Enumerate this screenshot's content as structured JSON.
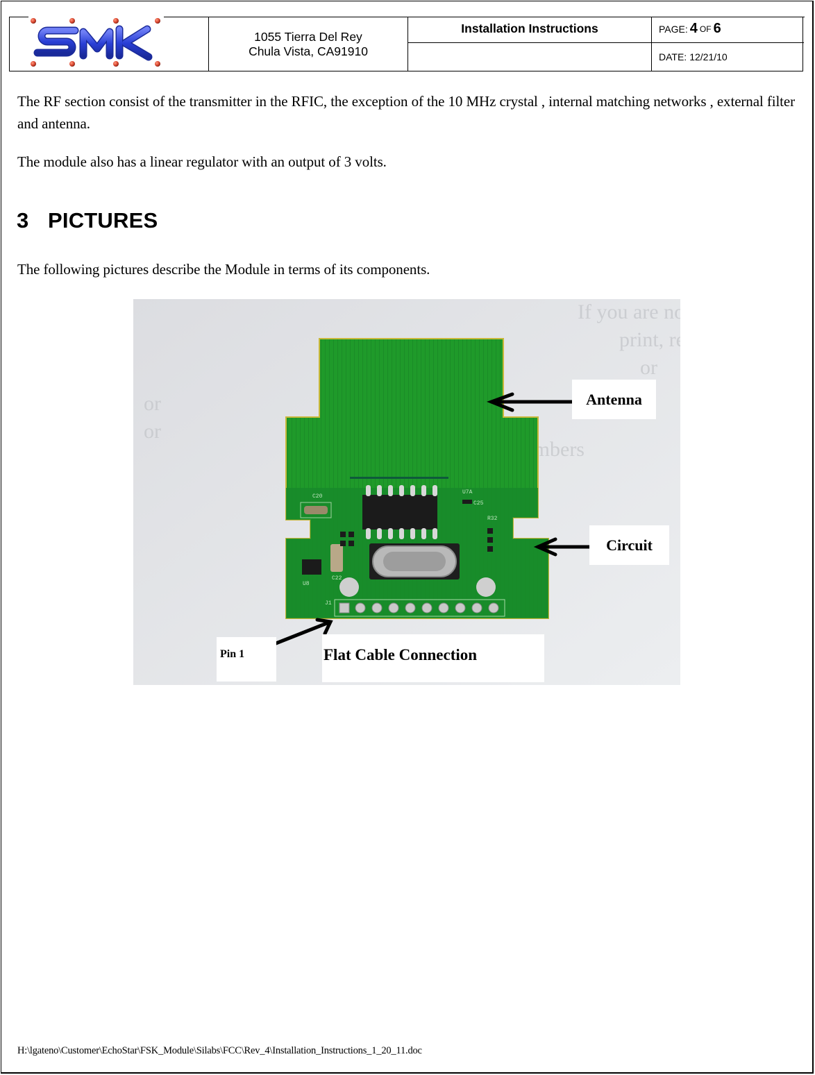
{
  "header": {
    "logo_text": "SMK",
    "address_line1": "1055 Tierra Del Rey",
    "address_line2": "Chula Vista, CA91910",
    "doc_title": "Installation Instructions",
    "page_label": "PAGE:",
    "page_current": "4",
    "page_of": "OF",
    "page_total": "6",
    "date_label": "DATE:",
    "date_value": "12/21/10",
    "colors": {
      "logo_blue": "#2a3fd6",
      "logo_dot_red": "#d9452e"
    }
  },
  "body": {
    "paragraph1": "The RF section  consist of the transmitter in the RFIC, the exception of the 10 MHz crystal , internal matching networks , external filter and antenna.",
    "paragraph2": "The module also has a linear regulator with an output of 3 volts.",
    "section_number": "3",
    "section_title": "PICTURES",
    "paragraph3": "The following pictures describe the Module in terms of its components."
  },
  "figure": {
    "description": "Photo of green PCB module with labeled components",
    "labels": {
      "antenna": "Antenna",
      "circuit": "Circuit",
      "pin1": "Pin 1",
      "flat_cable": "Flat Cable Connection"
    },
    "silkscreen": [
      "C20",
      "U7A",
      "C25",
      "R32",
      "C22",
      "U8",
      "J1"
    ],
    "colors": {
      "pcb_green": "#1f9a2a",
      "pcb_dark": "#17752a",
      "background": "#e2e3e6"
    }
  },
  "footer": {
    "path": "H:\\lgateno\\Customer\\EchoStar\\FSK_Module\\Silabs\\FCC\\Rev_4\\Installation_Instructions_1_20_11.doc"
  }
}
